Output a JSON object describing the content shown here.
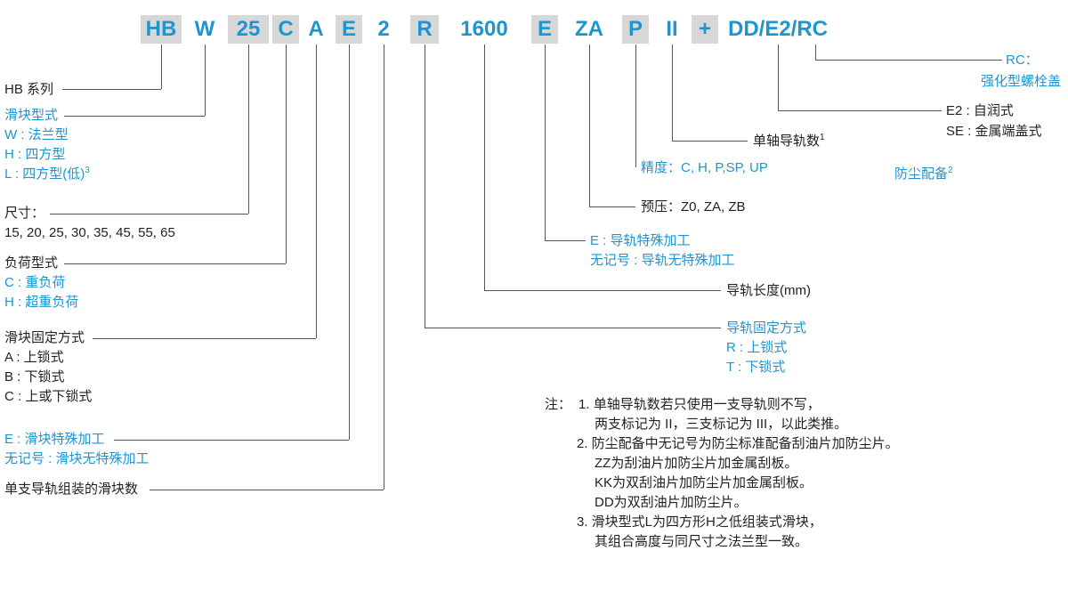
{
  "colors": {
    "accent_blue": "#1f95cf",
    "text_black": "#231f20",
    "segment_shade": "#d7d7d7",
    "leader_line": "#55565a"
  },
  "code": {
    "segments": [
      {
        "text": "HB",
        "shaded": true
      },
      {
        "text": "W",
        "shaded": false
      },
      {
        "text": "25",
        "shaded": true
      },
      {
        "text": "C",
        "shaded": true
      },
      {
        "text": "A",
        "shaded": false
      },
      {
        "text": "E",
        "shaded": true
      },
      {
        "text": "2",
        "shaded": false
      },
      {
        "text": "R",
        "shaded": true
      },
      {
        "text": "1600",
        "shaded": false
      },
      {
        "text": "E",
        "shaded": true
      },
      {
        "text": "ZA",
        "shaded": false
      },
      {
        "text": "P",
        "shaded": true
      },
      {
        "text": "II",
        "shaded": false
      },
      {
        "text": "+",
        "shaded": true
      },
      {
        "text": "DD/E2/RC",
        "shaded": false
      }
    ]
  },
  "callouts": {
    "hb_series": {
      "label": "HB 系列"
    },
    "slider_type": {
      "title": "滑块型式",
      "options": [
        "W : 法兰型",
        "H : 四方型",
        "L : 四方型(低)"
      ],
      "option_l_sup": "3"
    },
    "size": {
      "title": "尺寸：",
      "values": "15, 20, 25, 30, 35, 45, 55, 65"
    },
    "load_type": {
      "title": "负荷型式",
      "options": [
        "C : 重负荷",
        "H : 超重负荷"
      ]
    },
    "slider_fixing": {
      "title": "滑块固定方式",
      "options": [
        "A : 上锁式",
        "B : 下锁式",
        "C : 上或下锁式"
      ]
    },
    "slider_machining": {
      "line1": "E : 滑块特殊加工",
      "line2": "无记号 : 滑块无特殊加工"
    },
    "blocks_per_rail": {
      "label": "单支导轨组装的滑块数"
    },
    "rail_fixing": {
      "title": "导轨固定方式",
      "options": [
        "R : 上锁式",
        "T : 下锁式"
      ]
    },
    "rail_length": {
      "label": "导轨长度(mm)"
    },
    "rail_machining": {
      "line1": "E : 导轨特殊加工",
      "line2": "无记号 : 导轨无特殊加工"
    },
    "preload": {
      "label": "预压：Z0, ZA, ZB"
    },
    "accuracy": {
      "label": "精度：C, H, P,SP, UP"
    },
    "rails_per_axis": {
      "label": "单轴导轨数",
      "sup": "1"
    },
    "dust_protection": {
      "label": "防尘配备",
      "sup": "2"
    },
    "rc": {
      "line1": "RC：",
      "line2": "强化型螺栓盖"
    },
    "e2": {
      "label": "E2 : 自润式"
    },
    "se": {
      "label": "SE : 金属端盖式"
    }
  },
  "notes": {
    "prefix": "注：",
    "lines": [
      {
        "indent": 0,
        "text": "1. 单轴导轨数若只使用一支导轨则不写，"
      },
      {
        "indent": 1,
        "text": "两支标记为 II，三支标记为 III，以此类推。"
      },
      {
        "indent": 0,
        "text": "2. 防尘配备中无记号为防尘标准配备刮油片加防尘片。"
      },
      {
        "indent": 1,
        "text": "ZZ为刮油片加防尘片加金属刮板。"
      },
      {
        "indent": 1,
        "text": "KK为双刮油片加防尘片加金属刮板。"
      },
      {
        "indent": 1,
        "text": "DD为双刮油片加防尘片。"
      },
      {
        "indent": 0,
        "text": "3. 滑块型式L为四方形H之低组装式滑块，"
      },
      {
        "indent": 1,
        "text": "其组合高度与同尺寸之法兰型一致。"
      }
    ]
  }
}
